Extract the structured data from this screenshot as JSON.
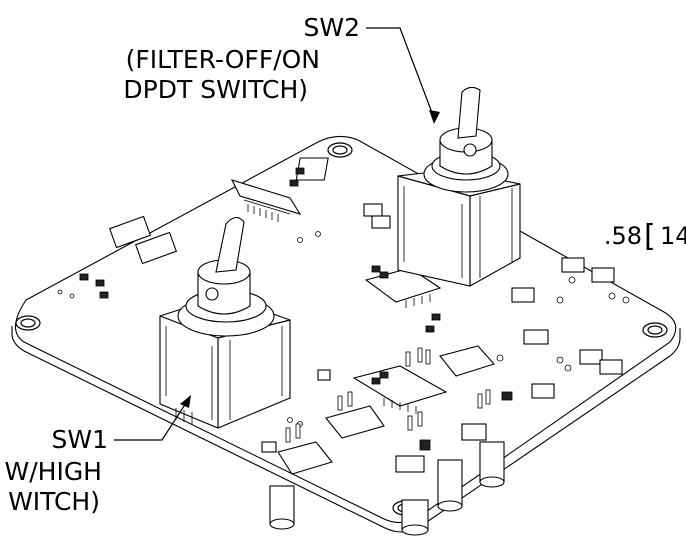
{
  "callouts": {
    "sw2": {
      "name": "SW2",
      "line1": "(FILTER-OFF/ON",
      "line2": "DPDT SWITCH)"
    },
    "sw1": {
      "name": "SW1",
      "line1": "W/HIGH",
      "line2": "WITCH)"
    },
    "dimension": {
      "value": ".58",
      "bracket_open": "[",
      "bracket_value": "14"
    }
  }
}
